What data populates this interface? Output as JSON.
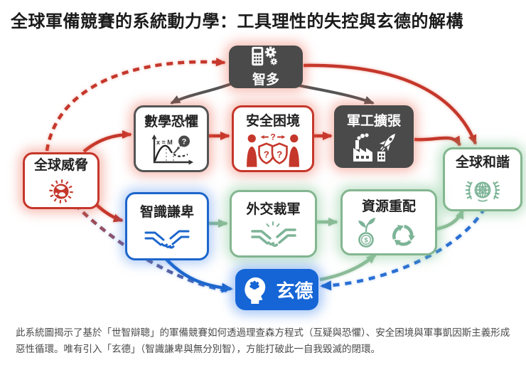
{
  "title": "全球軍備競賽的系統動力學：工具理性的失控與玄德的解構",
  "caption": "此系統圖揭示了基於「世智辯聰」的軍備競賽如何透過理查森方程式（互疑與恐懼）、安全困境與軍事凱因斯主義形成惡性循環。唯有引入「玄德」（智識謙卑與無分別智），方能打破此一自我毀滅的閉環。",
  "glyphs": {
    "question_mark": "?",
    "dollar": "$"
  },
  "nodes": {
    "zhiduo": {
      "label": "智多",
      "icon": "calculator-gear-icon",
      "type": "dark"
    },
    "math_fear": {
      "label": "數學恐懼",
      "icon": "fear-curve-chart-icon",
      "formula": "x = M"
    },
    "security_dilemma": {
      "label": "安全困境",
      "icon": "rivals-shields-icon"
    },
    "military_expansion": {
      "label": "軍工擴張",
      "icon": "factory-rocket-icon",
      "type": "dark"
    },
    "global_threat": {
      "label": "全球威脅",
      "icon": "burning-globe-icon"
    },
    "global_harmony": {
      "label": "全球和諧",
      "icon": "un-emblem-icon"
    },
    "intellectual_humility": {
      "label": "智識謙卑",
      "icon": "handshake-icon"
    },
    "diplomatic_disarmament": {
      "label": "外交裁軍",
      "icon": "handshake-sparkle-icon"
    },
    "resource_reallocation": {
      "label": "資源重配",
      "icon": "money-plant-recycle-icon"
    },
    "xuande": {
      "label": "玄德",
      "icon": "lotus-mind-icon",
      "type": "blue"
    }
  },
  "edges": [
    {
      "from": "全球威脅",
      "to": "智多",
      "style": "dashed",
      "color": "#c5372b"
    },
    {
      "from": "全球威脅",
      "to": "數學恐懼",
      "style": "solid",
      "color": "#c5372b"
    },
    {
      "from": "數學恐懼",
      "to": "安全困境",
      "style": "solid",
      "color": "#c5372b"
    },
    {
      "from": "安全困境",
      "to": "軍工擴張",
      "style": "solid",
      "color": "#c5372b"
    },
    {
      "from": "軍工擴張",
      "to": "全球和諧",
      "style": "solid",
      "color": "#c5372b"
    },
    {
      "from": "智多",
      "to": "全球和諧",
      "style": "solid",
      "color": "#c5372b"
    },
    {
      "from": "智多",
      "to": "數學恐懼",
      "style": "solid",
      "color": "#555555"
    },
    {
      "from": "智多",
      "to": "軍工擴張",
      "style": "solid",
      "color": "#555555"
    },
    {
      "from": "全球威脅",
      "to": "智識謙卑",
      "style": "solid",
      "color": "#c5372b"
    },
    {
      "from": "智識謙卑",
      "to": "外交裁軍",
      "style": "solid",
      "color": "#8cbb97"
    },
    {
      "from": "外交裁軍",
      "to": "資源重配",
      "style": "solid",
      "color": "#8cbb97"
    },
    {
      "from": "資源重配",
      "to": "全球和諧",
      "style": "solid",
      "color": "#8cbb97"
    },
    {
      "from": "智識謙卑",
      "to": "玄德",
      "style": "solid",
      "color": "#1d66cc"
    },
    {
      "from": "玄德",
      "to": "資源重配",
      "style": "solid",
      "color": "#8cbb97"
    },
    {
      "from": "全球和諧",
      "to": "玄德",
      "style": "dashed",
      "color": "#2a6fd4"
    },
    {
      "from": "玄德",
      "to": "全球威脅",
      "style": "dashed-gradient",
      "color": "#b8443a / #2a6fd4"
    }
  ],
  "colors": {
    "vicious_red": "#c5372b",
    "virtuous_green": "#8cbb97",
    "xuande_blue": "#1565d6",
    "dark_node": "#4a4a4a"
  }
}
